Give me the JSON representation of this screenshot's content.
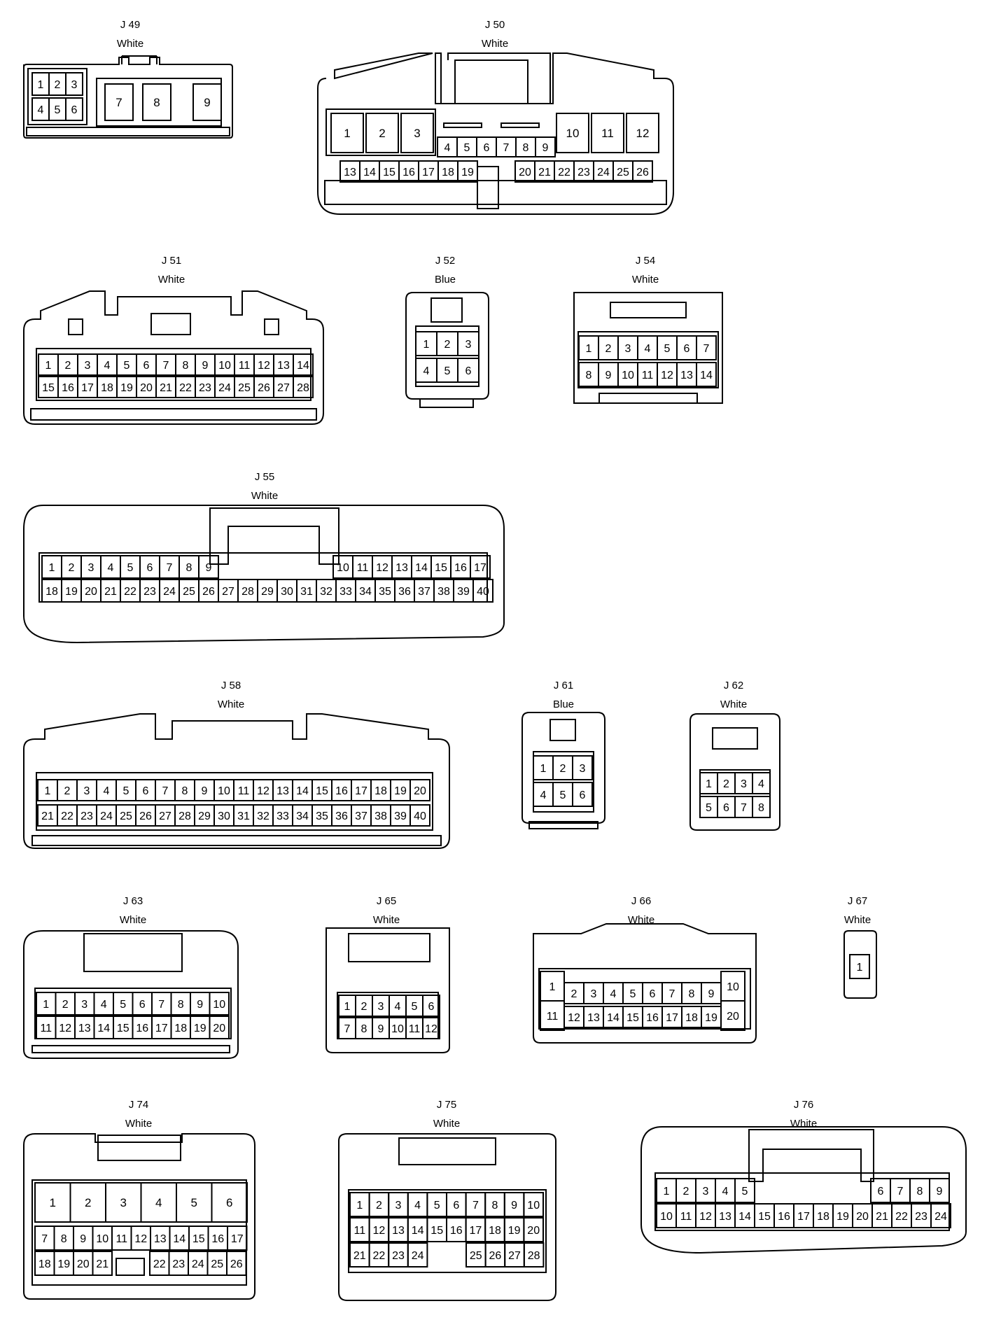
{
  "connectors": [
    {
      "id": "J49",
      "name": "J 49",
      "color": "White",
      "pins": [
        "1",
        "2",
        "3",
        "4",
        "5",
        "6",
        "7",
        "8",
        "9"
      ]
    },
    {
      "id": "J50",
      "name": "J 50",
      "color": "White",
      "pins": [
        "1",
        "2",
        "3",
        "4",
        "5",
        "6",
        "7",
        "8",
        "9",
        "10",
        "11",
        "12",
        "13",
        "14",
        "15",
        "16",
        "17",
        "18",
        "19",
        "20",
        "21",
        "22",
        "23",
        "24",
        "25",
        "26"
      ]
    },
    {
      "id": "J51",
      "name": "J 51",
      "color": "White",
      "pins": [
        "1",
        "2",
        "3",
        "4",
        "5",
        "6",
        "7",
        "8",
        "9",
        "10",
        "11",
        "12",
        "13",
        "14",
        "15",
        "16",
        "17",
        "18",
        "19",
        "20",
        "21",
        "22",
        "23",
        "24",
        "25",
        "26",
        "27",
        "28"
      ]
    },
    {
      "id": "J52",
      "name": "J 52",
      "color": "Blue",
      "pins": [
        "1",
        "2",
        "3",
        "4",
        "5",
        "6"
      ]
    },
    {
      "id": "J54",
      "name": "J 54",
      "color": "White",
      "pins": [
        "1",
        "2",
        "3",
        "4",
        "5",
        "6",
        "7",
        "8",
        "9",
        "10",
        "11",
        "12",
        "13",
        "14"
      ]
    },
    {
      "id": "J55",
      "name": "J 55",
      "color": "White",
      "pins": [
        "1",
        "2",
        "3",
        "4",
        "5",
        "6",
        "7",
        "8",
        "9",
        "10",
        "11",
        "12",
        "13",
        "14",
        "15",
        "16",
        "17",
        "18",
        "19",
        "20",
        "21",
        "22",
        "23",
        "24",
        "25",
        "26",
        "27",
        "28",
        "29",
        "30",
        "31",
        "32",
        "33",
        "34",
        "35",
        "36",
        "37",
        "38",
        "39",
        "40"
      ]
    },
    {
      "id": "J58",
      "name": "J 58",
      "color": "White",
      "pins": [
        "1",
        "2",
        "3",
        "4",
        "5",
        "6",
        "7",
        "8",
        "9",
        "10",
        "11",
        "12",
        "13",
        "14",
        "15",
        "16",
        "17",
        "18",
        "19",
        "20",
        "21",
        "22",
        "23",
        "24",
        "25",
        "26",
        "27",
        "28",
        "29",
        "30",
        "31",
        "32",
        "33",
        "34",
        "35",
        "36",
        "37",
        "38",
        "39",
        "40"
      ]
    },
    {
      "id": "J61",
      "name": "J 61",
      "color": "Blue",
      "pins": [
        "1",
        "2",
        "3",
        "4",
        "5",
        "6"
      ]
    },
    {
      "id": "J62",
      "name": "J 62",
      "color": "White",
      "pins": [
        "1",
        "2",
        "3",
        "4",
        "5",
        "6",
        "7",
        "8"
      ]
    },
    {
      "id": "J63",
      "name": "J 63",
      "color": "White",
      "pins": [
        "1",
        "2",
        "3",
        "4",
        "5",
        "6",
        "7",
        "8",
        "9",
        "10",
        "11",
        "12",
        "13",
        "14",
        "15",
        "16",
        "17",
        "18",
        "19",
        "20"
      ]
    },
    {
      "id": "J65",
      "name": "J 65",
      "color": "White",
      "pins": [
        "1",
        "2",
        "3",
        "4",
        "5",
        "6",
        "7",
        "8",
        "9",
        "10",
        "11",
        "12"
      ]
    },
    {
      "id": "J66",
      "name": "J 66",
      "color": "White",
      "pins": [
        "1",
        "2",
        "3",
        "4",
        "5",
        "6",
        "7",
        "8",
        "9",
        "10",
        "11",
        "12",
        "13",
        "14",
        "15",
        "16",
        "17",
        "18",
        "19",
        "20"
      ]
    },
    {
      "id": "J67",
      "name": "J 67",
      "color": "White",
      "pins": [
        "1"
      ]
    },
    {
      "id": "J74",
      "name": "J 74",
      "color": "White",
      "pins": [
        "1",
        "2",
        "3",
        "4",
        "5",
        "6",
        "7",
        "8",
        "9",
        "10",
        "11",
        "12",
        "13",
        "14",
        "15",
        "16",
        "17",
        "18",
        "19",
        "20",
        "21",
        "22",
        "23",
        "24",
        "25",
        "26"
      ]
    },
    {
      "id": "J75",
      "name": "J 75",
      "color": "White",
      "pins": [
        "1",
        "2",
        "3",
        "4",
        "5",
        "6",
        "7",
        "8",
        "9",
        "10",
        "11",
        "12",
        "13",
        "14",
        "15",
        "16",
        "17",
        "18",
        "19",
        "20",
        "21",
        "22",
        "23",
        "24",
        "25",
        "26",
        "27",
        "28"
      ]
    },
    {
      "id": "J76",
      "name": "J 76",
      "color": "White",
      "pins": [
        "1",
        "2",
        "3",
        "4",
        "5",
        "6",
        "7",
        "8",
        "9",
        "10",
        "11",
        "12",
        "13",
        "14",
        "15",
        "16",
        "17",
        "18",
        "19",
        "20",
        "21",
        "22",
        "23",
        "24"
      ]
    }
  ]
}
